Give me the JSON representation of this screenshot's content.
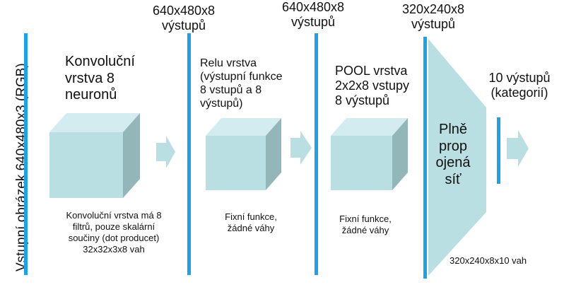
{
  "input_label": "Vstupní obrázek 640x480x3 (RGB)",
  "top_labels": {
    "l1_size": "640x480x8",
    "l1_out": "výstupů",
    "l2_size": "640x480x8",
    "l2_out": "výstupů",
    "l3_size": "320x240x8",
    "l3_out": "výstupů"
  },
  "conv": {
    "title": [
      "Konvoluční",
      "vrstva 8",
      "neuronů"
    ],
    "desc": [
      "Konvoluční vrstva má 8",
      "filtrů, pouze skalární",
      "součiny (dot producet)",
      "32x32x3x8 vah"
    ]
  },
  "relu": {
    "title": [
      "Relu vrstva",
      "(výstupní funkce",
      "8 vstupů a 8",
      "výstupů)"
    ],
    "desc": [
      "Fixní funkce,",
      "žádné váhy"
    ]
  },
  "pool": {
    "title": [
      "POOL vrstva",
      "2x2x8 vstupy",
      "8 výstupů"
    ],
    "desc": [
      "Fixní funkce,",
      "žádné váhy"
    ]
  },
  "fc": {
    "title": [
      "Plně",
      "prop",
      "ojená",
      "síť"
    ],
    "weights": "320x240x8x10 vah"
  },
  "output": {
    "title": [
      "10 výstupů",
      "(kategorií)"
    ]
  },
  "colors": {
    "bar": "#1aa3e8",
    "cube_front": "#b9dfe3",
    "cube_top": "#d3ecef",
    "cube_side": "#93b7b8",
    "trapezoid": "#b9dfe3"
  }
}
